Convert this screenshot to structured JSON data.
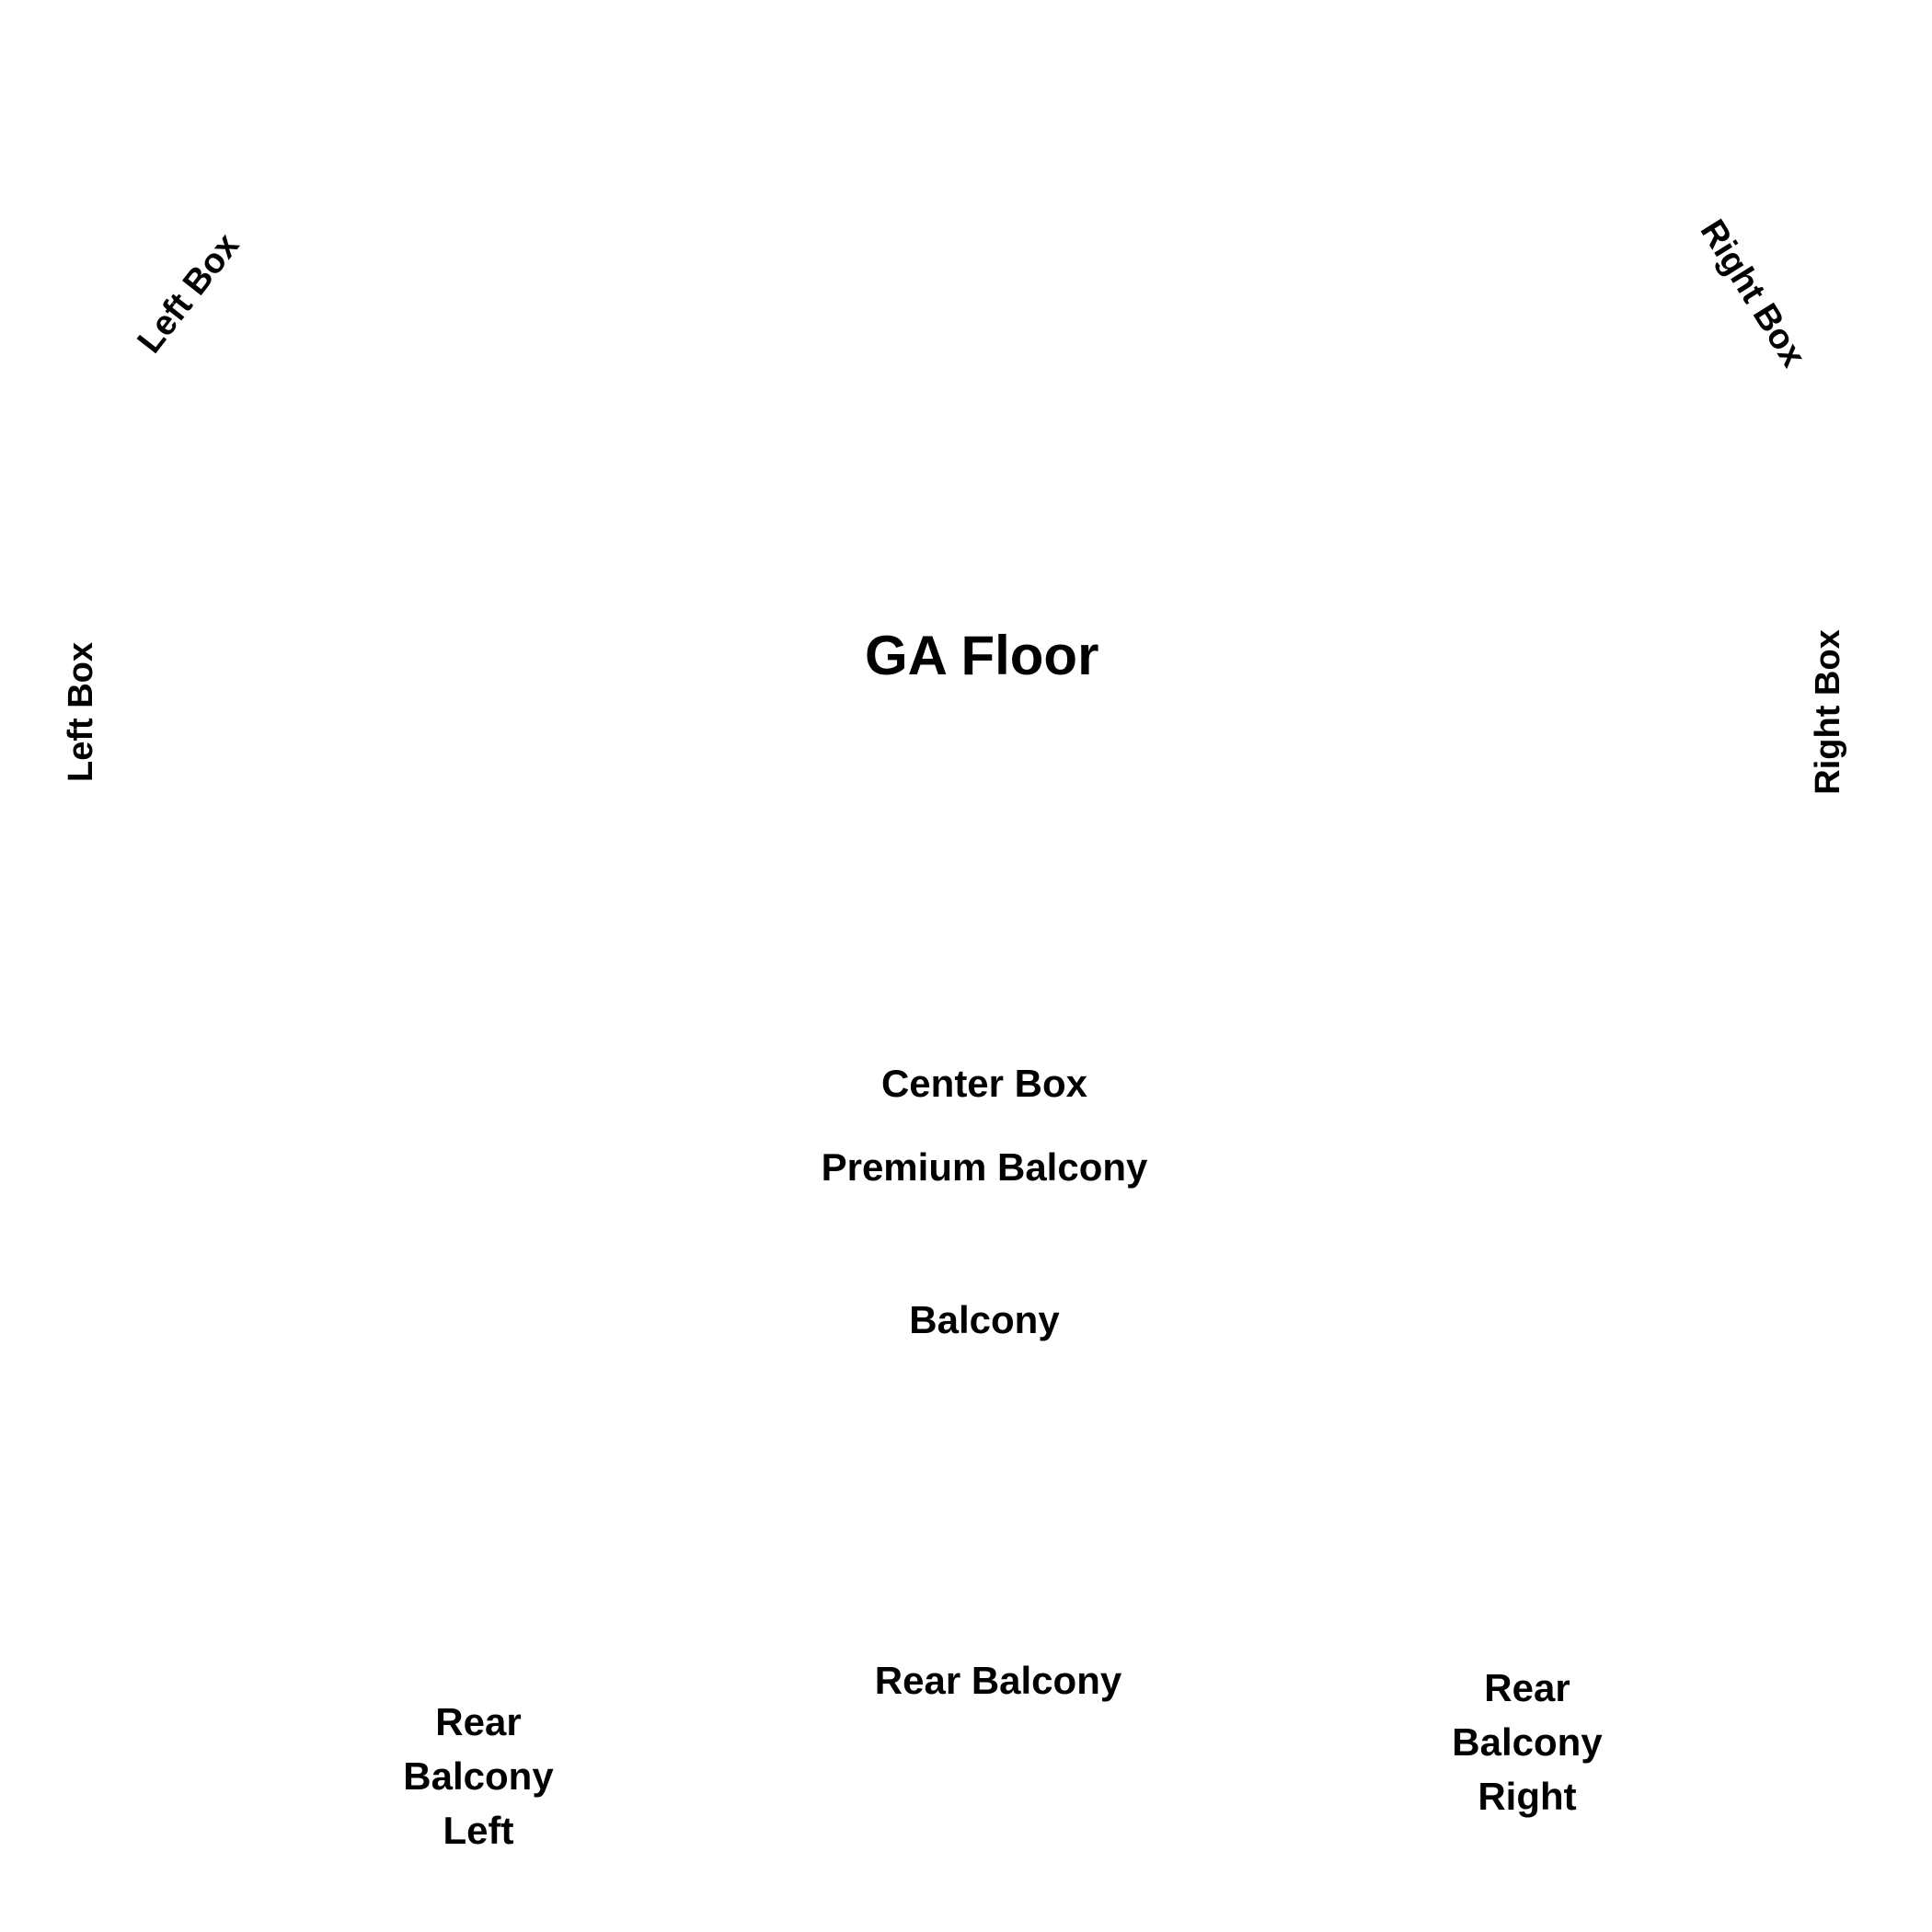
{
  "sections": {
    "ga_floor": "GA Floor",
    "left_box_upper": "Left Box",
    "left_box_side": "Left Box",
    "right_box_upper": "Right Box",
    "right_box_side": "Right Box",
    "center_box": "Center Box",
    "premium_balcony": "Premium Balcony",
    "balcony": "Balcony",
    "rear_balcony": "Rear Balcony",
    "rear_balcony_left": [
      "Rear",
      "Balcony",
      "Left"
    ],
    "rear_balcony_right": [
      "Rear",
      "Balcony",
      "Right"
    ]
  },
  "colors": {
    "background": "#ffffff",
    "text": "#000000"
  }
}
